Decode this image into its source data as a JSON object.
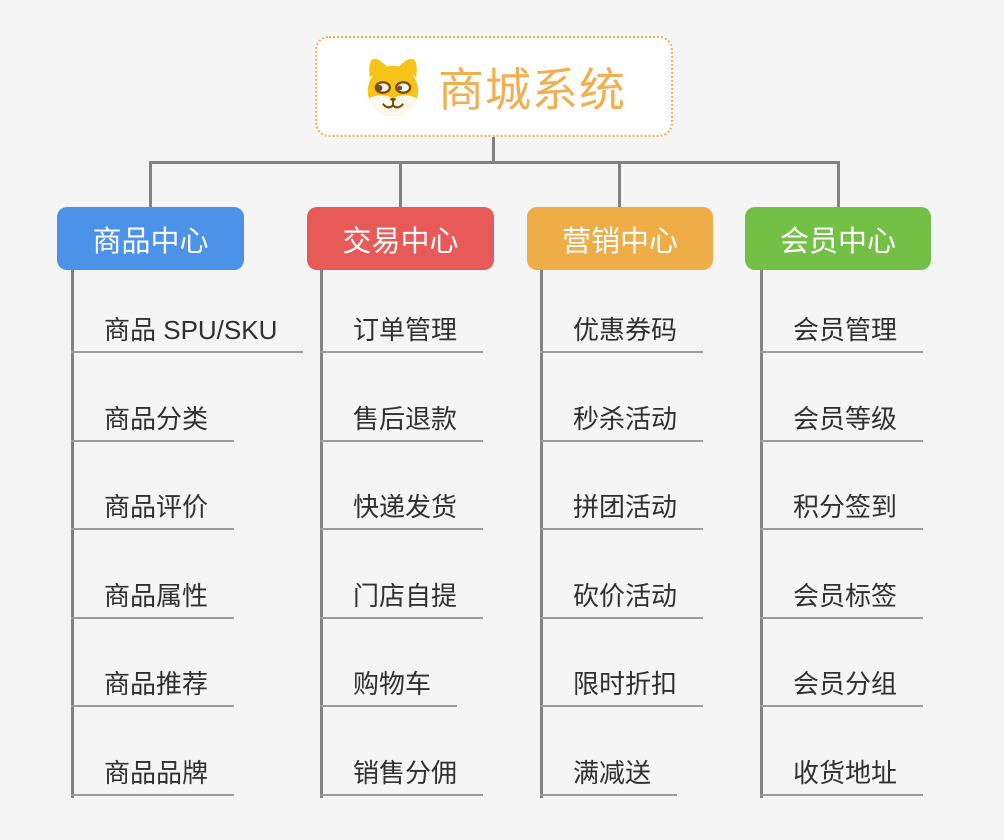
{
  "root": {
    "title": "商城系统",
    "icon": "doge-icon",
    "title_color": "#f0af51",
    "border_color": "#f2ac46"
  },
  "branches": [
    {
      "title": "商品中心",
      "color": "#4d92e9",
      "children": [
        "商品 SPU/SKU",
        "商品分类",
        "商品评价",
        "商品属性",
        "商品推荐",
        "商品品牌"
      ]
    },
    {
      "title": "交易中心",
      "color": "#e85a58",
      "children": [
        "订单管理",
        "售后退款",
        "快递发货",
        "门店自提",
        "购物车",
        "销售分佣"
      ]
    },
    {
      "title": "营销中心",
      "color": "#eead47",
      "children": [
        "优惠券码",
        "秒杀活动",
        "拼团活动",
        "砍价活动",
        "限时折扣",
        "满减送"
      ]
    },
    {
      "title": "会员中心",
      "color": "#74c046",
      "children": [
        "会员管理",
        "会员等级",
        "积分签到",
        "会员标签",
        "会员分组",
        "收货地址"
      ]
    }
  ],
  "colors": {
    "background": "#f5f5f5",
    "connector": "#828282",
    "underline": "#9c9c9c",
    "child_text": "#303030"
  }
}
